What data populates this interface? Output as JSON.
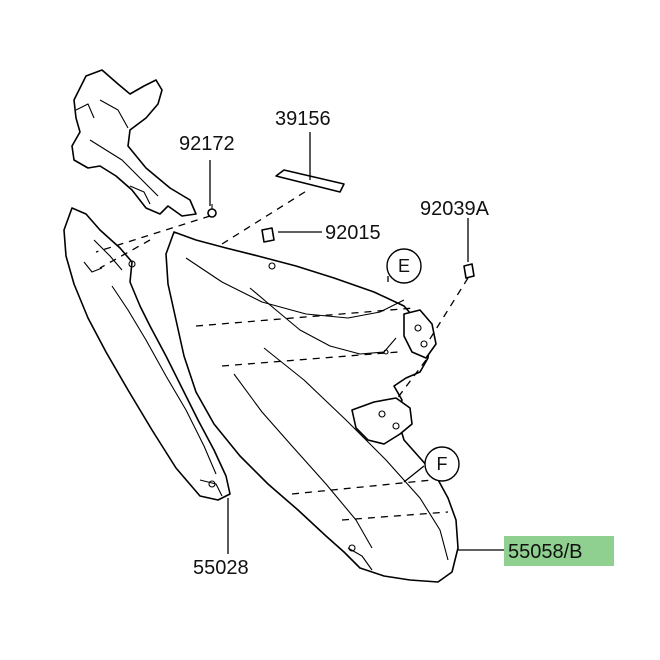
{
  "parts": [
    {
      "id": "p39156",
      "number": "39156"
    },
    {
      "id": "p92172",
      "number": "92172"
    },
    {
      "id": "p92015",
      "number": "92015"
    },
    {
      "id": "p92039A",
      "number": "92039A"
    },
    {
      "id": "p55028",
      "number": "55028"
    },
    {
      "id": "p55058B",
      "number": "55058/B",
      "highlighted": true
    }
  ],
  "callouts": {
    "e": "E",
    "f": "F"
  },
  "colors": {
    "highlight": "#8fcf8f",
    "line": "#000000",
    "background": "#ffffff"
  }
}
